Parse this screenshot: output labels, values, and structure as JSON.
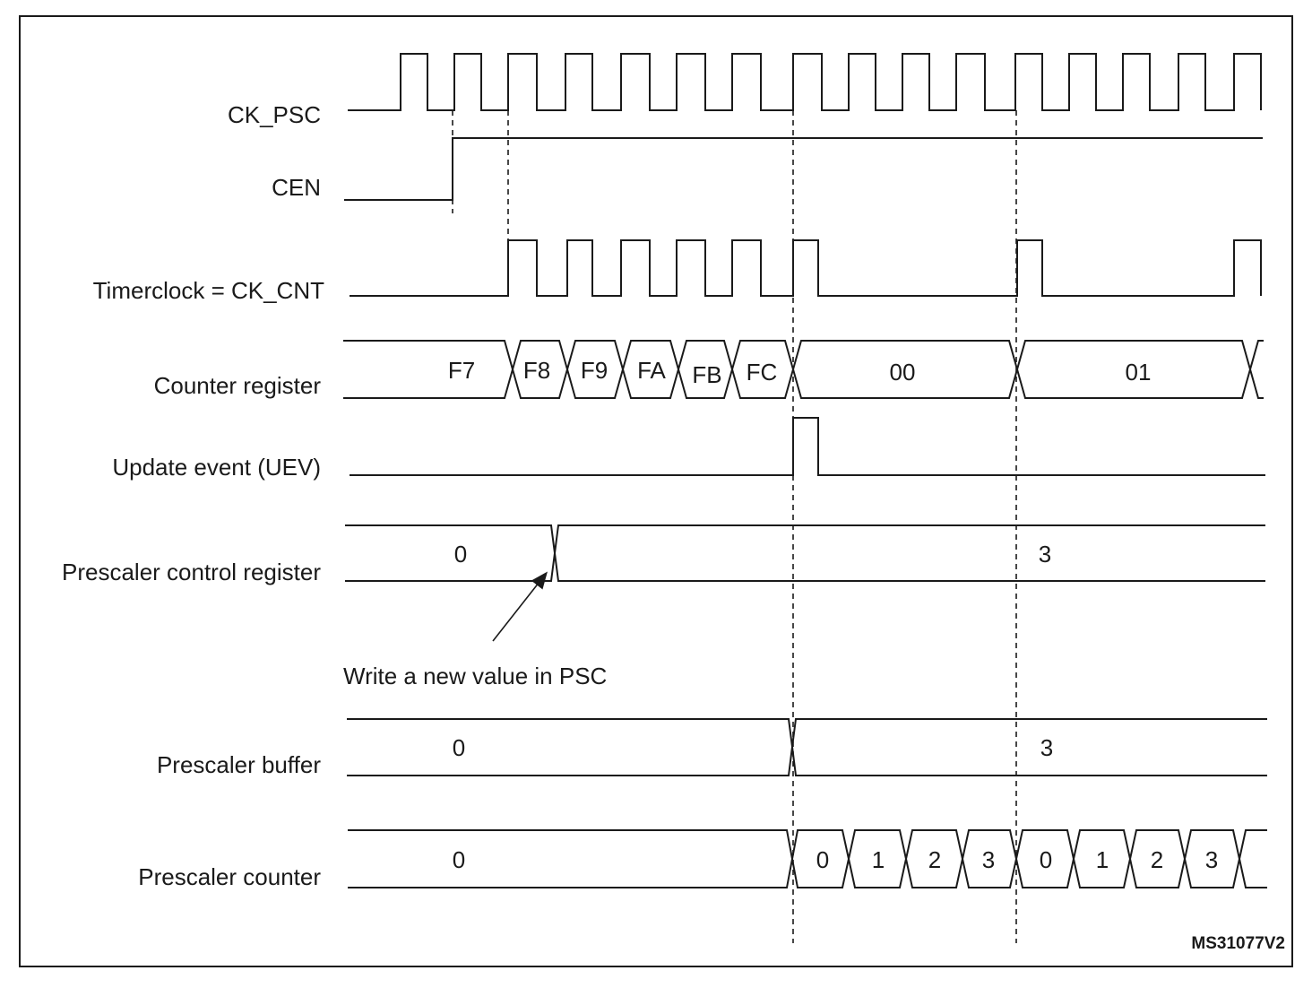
{
  "signals": {
    "ck_psc": "CK_PSC",
    "cen": "CEN",
    "timerclock": "Timerclock = CK_CNT",
    "counter_register": "Counter register",
    "update_event": "Update event (UEV)",
    "prescaler_control": "Prescaler control register",
    "prescaler_buffer": "Prescaler buffer",
    "prescaler_counter": "Prescaler counter"
  },
  "counter_values": [
    "F7",
    "F8",
    "F9",
    "FA",
    "FB",
    "FC",
    "00",
    "01"
  ],
  "prescaler_control_values": [
    "0",
    "3"
  ],
  "prescaler_buffer_values": [
    "0",
    "3"
  ],
  "prescaler_counter_values": [
    "0",
    "0",
    "1",
    "2",
    "3",
    "0",
    "1",
    "2",
    "3"
  ],
  "annotation": "Write a new value in PSC",
  "figure_id": "MS31077V2",
  "colors": {
    "line": "#1a1a1a",
    "background": "#ffffff"
  }
}
